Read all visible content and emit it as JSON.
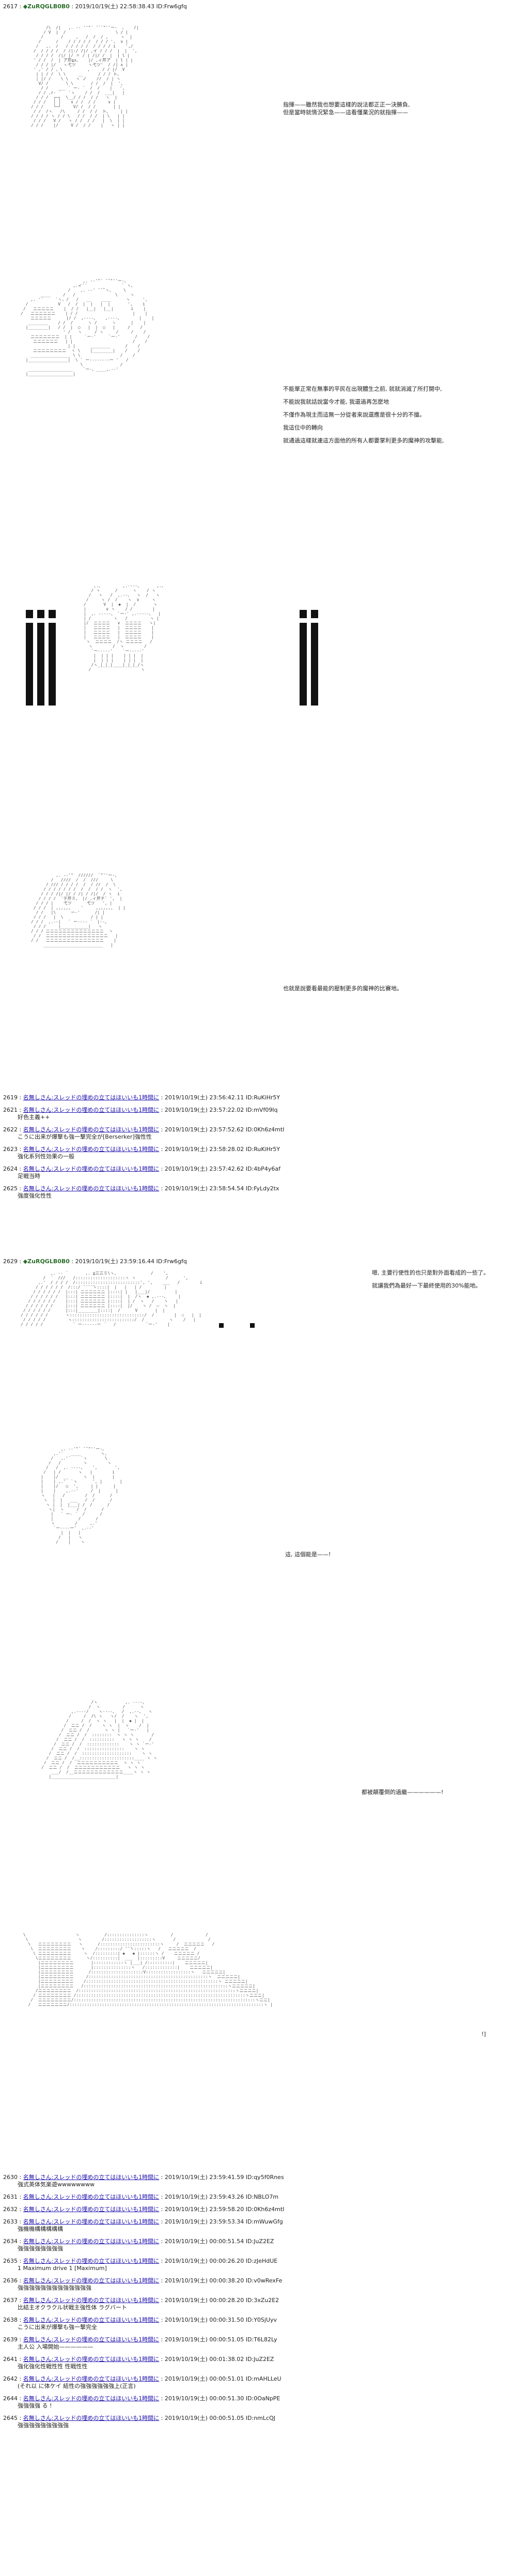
{
  "first_post": {
    "number": "2617",
    "name": "◆ZuRQGLB0B0",
    "date": "2019/10/19(土) 22:58:38.43",
    "id": "ID:Frw6gfq"
  },
  "narration": {
    "p1": [
      "指揮——雖然我也想要這樣的說法都正正一決勝負,",
      "但是當時就情況緊急——這看懂業況的就指揮——"
    ],
    "p2": [
      "不能單正常在無事的平民在出現體生之前, 就就消滅了所打開中,",
      "不能說我就話說當今才能, 我還過再怎麼地",
      "不僅作為現主而這無一分從者來說還應是很十分的不擅。",
      "我這位中的轉向",
      "就通過這樣就連這方面他的所有人都要掌利更多的魔神的攻擊能,"
    ],
    "p3": "也就是說要看最能的壓制更多的魔神的比賽地。",
    "p4": [
      "嗯, 主要行使性的也只是對外面看成的一些了。",
      "就讓我們為最好一下最終使用的30%能地。"
    ],
    "p5": "這, 這個能是——!",
    "p6": "都被顛覆倒的過繼——————!",
    "p7": "!]"
  },
  "responses_a": [
    {
      "num": "2619",
      "link": "名無しさん:スレッドの埋めの立てはほいいも1時間に",
      "date": "2019/10/19(土) 23:56:42.11",
      "id": "ID:RuKiHr5Y",
      "body": ""
    },
    {
      "num": "2621",
      "link": "名無しさん:スレッドの埋めの立てはほいいも1時間に",
      "date": "2019/10/19(土) 23:57:22.02",
      "id": "ID:mVf09Iq",
      "body": "好色主義++"
    },
    {
      "num": "2622",
      "link": "名無しさん:スレッドの埋めの立てはほいいも1時間に",
      "date": "2019/10/19(土) 23:57:52.62",
      "id": "ID:0Kh6z4mtI",
      "body": "こうに出来が爆撃も強一撃完全が[Berserker]強性性"
    },
    {
      "num": "2623",
      "link": "名無しさん:スレッドの埋めの立てはほいいも1時間に",
      "date": "2019/10/19(土) 23:58:28.02",
      "id": "ID:RuKiHr5Y",
      "body": "強化系列性効果の一般"
    },
    {
      "num": "2624",
      "link": "名無しさん:スレッドの埋めの立てはほいいも1時間に",
      "date": "2019/10/19(土) 23:57:42.62",
      "id": "ID:4bP4y6af",
      "body": "足戦当時"
    },
    {
      "num": "2625",
      "link": "名無しさん:スレッドの埋めの立てはほいいも1時間に",
      "date": "2019/10/19(土) 23:58:54.54",
      "id": "ID:FyLdy2tx",
      "body": "強度強化性性"
    }
  ],
  "second_post": {
    "number": "2629",
    "name": "◆ZuRQGLB0B0",
    "date": "2019/10/19(土) 23:59:16.44",
    "id": "ID:Frw6gfq"
  },
  "responses_b": [
    {
      "num": "2630",
      "link": "名無しさん:スレッドの埋めの立てはほいいも1時間に",
      "date": "2019/10/19(土) 23:59:41.59",
      "id": "ID:qy5f0Rnes",
      "body": "強式英体気楽遊wwwwwwww"
    },
    {
      "num": "2631",
      "link": "名無しさん:スレッドの埋めの立てはほいいも1時間に",
      "date": "2019/10/19(土) 23:59:43.26",
      "id": "ID:NBLO7m",
      "body": ""
    },
    {
      "num": "2632",
      "link": "名無しさん:スレッドの埋めの立てはほいいも1時間に",
      "date": "2019/10/19(土) 23:59:58.20",
      "id": "ID:0Kh6z4mtI",
      "body": ""
    },
    {
      "num": "2633",
      "link": "名無しさん:スレッドの埋めの立てはほいいも1時間に",
      "date": "2019/10/19(土) 23:59:53.34",
      "id": "ID:mWuwGfg",
      "body": "強機機構構構構構"
    },
    {
      "num": "2634",
      "link": "名無しさん:スレッドの埋めの立てはほいいも1時間に",
      "date": "2019/10/19(土) 00:00:51.54",
      "id": "ID:JuZ2EZ",
      "body": "強強強強強強強強"
    },
    {
      "num": "2635",
      "link": "名無しさん:スレッドの埋めの立てはほいいも1時間に",
      "date": "2019/10/19(土) 00:00:26.20",
      "id": "ID:zJeHdUE",
      "body": "1 Maximum drive 1 [Maximum]"
    },
    {
      "num": "2636",
      "link": "名無しさん:スレッドの埋めの立てはほいいも1時間に",
      "date": "2019/10/19(土) 00:00:38.20",
      "id": "ID:v0wRexFe",
      "body": "強強強強強強強強強強強強強"
    },
    {
      "num": "2637",
      "link": "名無しさん:スレッドの埋めの立てはほいいも1時間に",
      "date": "2019/10/19(土) 00:00:28.20",
      "id": "ID:3xZu2E2",
      "body": "比結主オクラクル状戦主強性体 ラグバート"
    },
    {
      "num": "2638",
      "link": "名無しさん:スレッドの埋めの立てはほいいも1時間に",
      "date": "2019/10/19(土) 00:00:31.50",
      "id": "ID:Y0SjUyv",
      "body": "こうに出来が爆撃も強一撃完全"
    },
    {
      "num": "2639",
      "link": "名無しさん:スレッドの埋めの立てはほいいも1時間に",
      "date": "2019/10/19(土) 00:00:51.05",
      "id": "ID:T6L82Ly",
      "body": "主人公 入場開始——————"
    },
    {
      "num": "2641",
      "link": "名無しさん:スレッドの埋めの立てはほいいも1時間に",
      "date": "2019/10/19(土) 00:01:38.02",
      "id": "ID:JuZ2EZ",
      "body": "強化強化性戦性性 性戦性性"
    },
    {
      "num": "2642",
      "link": "名無しさん:スレッドの埋めの立てはほいいも1時間に",
      "date": "2019/10/19(土) 00:00:51.01",
      "id": "ID:mAHLLeU",
      "body": "(それ以 に体ケイ 結性の強強強強強強上(正言)"
    },
    {
      "num": "2644",
      "link": "名無しさん:スレッドの埋めの立てはほいいも1時間に",
      "date": "2019/10/19(土) 00:00:51.30",
      "id": "ID:0OaNpPE",
      "body": "強強強強 る !"
    },
    {
      "num": "2645",
      "link": "名無しさん:スレッドの埋めの立てはほいいも1時間に",
      "date": "2019/10/19(土) 00:00:51.05",
      "id": "ID:nmLcQJ",
      "body": "強強強強強強強強強"
    }
  ]
}
